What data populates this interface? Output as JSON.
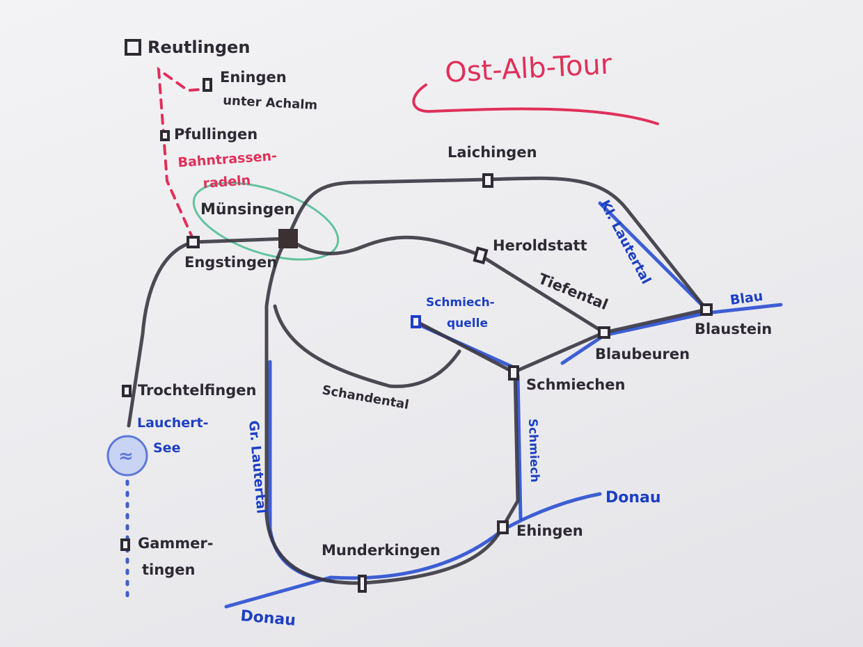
{
  "title": "Ost-Alb-Tour",
  "colors": {
    "rail": "#3a3640",
    "river": "#1f45d0",
    "title": "#e0305a",
    "bikeway": "#e0305a",
    "region": "#3fb889"
  },
  "places": {
    "reutlingen": "Reutlingen",
    "eningen_1": "Eningen",
    "eningen_2": "unter Achalm",
    "pfullingen": "Pfullingen",
    "muensingen": "Münsingen",
    "engstingen": "Engstingen",
    "laichingen": "Laichingen",
    "heroldstatt": "Heroldstatt",
    "blaustein": "Blaustein",
    "blaubeuren": "Blaubeuren",
    "schmiechen": "Schmiechen",
    "trochtelfingen": "Trochtelfingen",
    "gammertingen_1": "Gammer-",
    "gammertingen_2": "tingen",
    "munderkingen": "Munderkingen",
    "ehingen": "Ehingen"
  },
  "valleys": {
    "tiefental": "Tiefental",
    "schandental": "Schandental",
    "kl_lautertal": "Kl. Lautertal",
    "gr_lautertal": "Gr. Lautertal"
  },
  "waters": {
    "blau": "Blau",
    "schmiechquelle_1": "Schmiech-",
    "schmiechquelle_2": "quelle",
    "schmiech": "Schmiech",
    "lauchertsee_1": "Lauchert-",
    "lauchertsee_2": "See",
    "donau_east": "Donau",
    "donau_west": "Donau"
  },
  "bikeway": {
    "line1": "Bahntrassen-",
    "line2": "radeln"
  }
}
